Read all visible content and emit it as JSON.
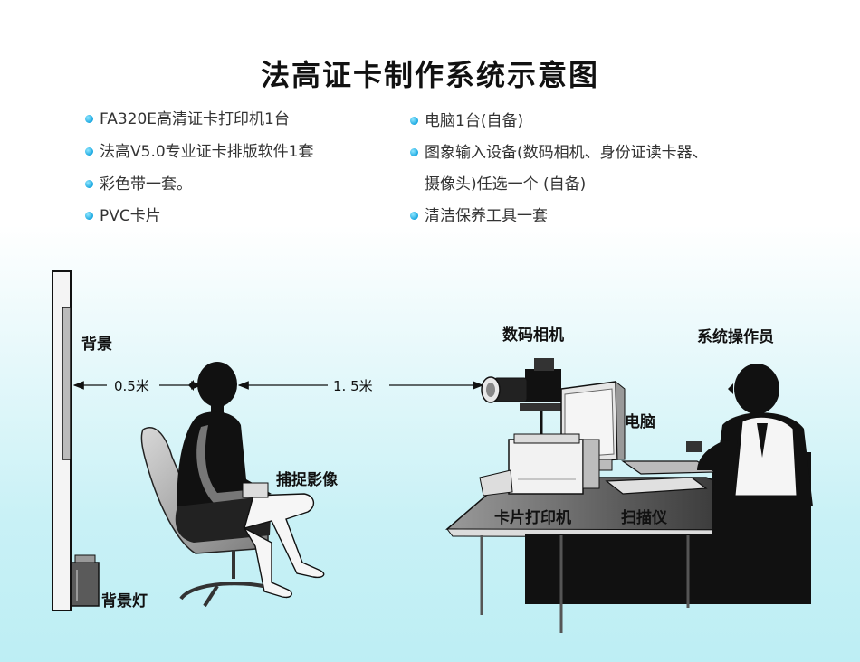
{
  "title": "法高证卡制作系统示意图",
  "equipment_left": [
    "FA320E高清证卡打印机1台",
    "法高V5.0专业证卡排版软件1套",
    "彩色带一套。",
    "PVC卡片"
  ],
  "equipment_right": [
    "电脑1台(自备)",
    "图象输入设备(数码相机、身份证读卡器、",
    "摄像头)任选一个 (自备)",
    "清洁保养工具一套"
  ],
  "labels": {
    "background": "背景",
    "distance_1": "0.5米",
    "distance_2": "1. 5米",
    "camera": "数码相机",
    "operator": "系统操作员",
    "computer": "电脑",
    "capture": "捕捉影像",
    "card_printer": "卡片打印机",
    "scanner": "扫描仪",
    "background_light": "背景灯"
  },
  "colors": {
    "bullet": "#1aa7e0",
    "silhouette": "#111111",
    "gray": "#6b6b6b"
  }
}
